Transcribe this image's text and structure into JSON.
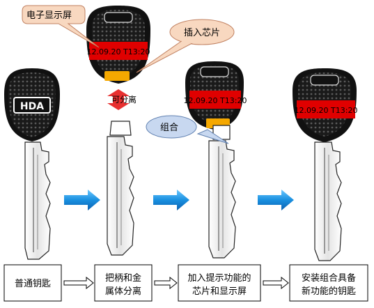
{
  "callouts": {
    "display": "电子显示屏",
    "chip": "插入芯片",
    "separate": "可分离",
    "combine": "组合"
  },
  "screens": {
    "key2": "12.09.20 T13:20",
    "key3": "12.09.20 T13:20",
    "key4": "12.09.20 T13:20"
  },
  "logo": "HDA",
  "steps": [
    {
      "line1": "普通钥匙",
      "line2": ""
    },
    {
      "line1": "把柄和金",
      "line2": "属体分离"
    },
    {
      "line1": "加入提示功能的",
      "line2": "芯片和显示屏"
    },
    {
      "line1": "安装组合具备",
      "line2": "新功能的钥匙"
    }
  ],
  "colors": {
    "screen": "#e00000",
    "chip": "#f5a800",
    "callout_fill": "#f8d8c0",
    "combine_fill": "#c8d8f0",
    "arrow": "#2aa0e8",
    "separate_arrow": "#e83030"
  }
}
